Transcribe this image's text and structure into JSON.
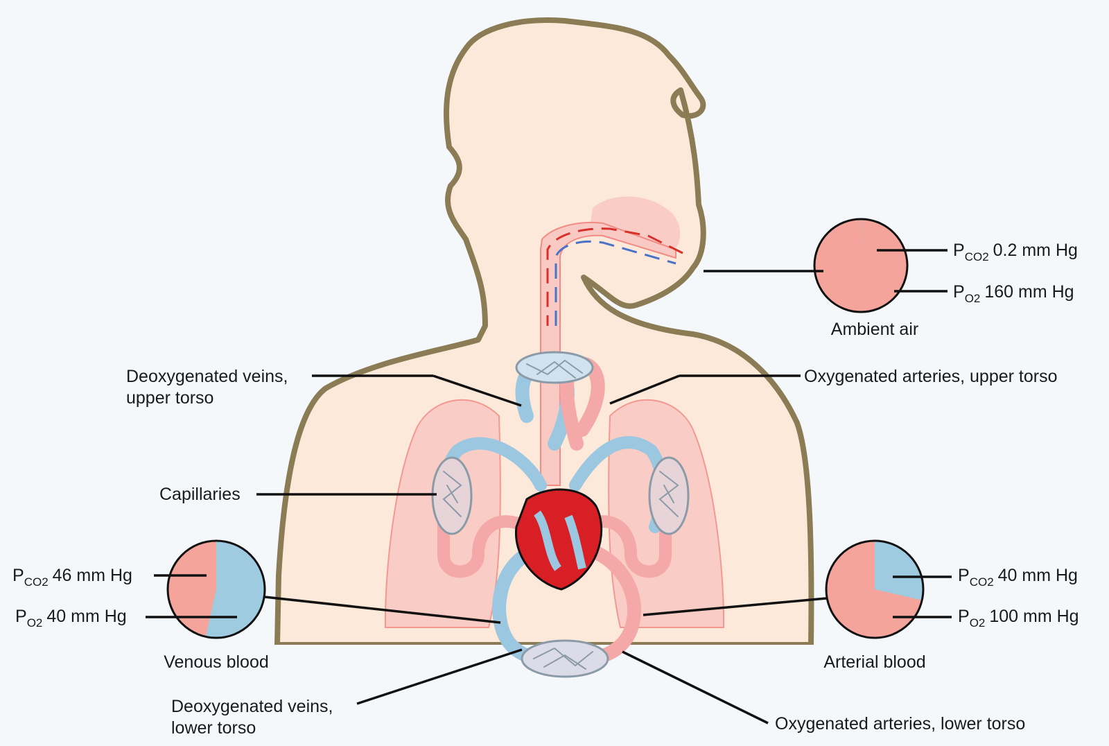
{
  "labels": {
    "deox_upper": [
      "Deoxygenated veins,",
      "upper torso"
    ],
    "ox_upper": "Oxygenated arteries, upper torso",
    "capillaries": "Capillaries",
    "deox_lower": [
      "Deoxygenated veins,",
      "lower torso"
    ],
    "ox_lower": "Oxygenated arteries, lower torso"
  },
  "gauges": {
    "ambient": {
      "title": "Ambient air",
      "pco2": {
        "symbol": "P",
        "sub": "CO2",
        "value": "0.2 mm Hg"
      },
      "po2": {
        "symbol": "P",
        "sub": "O2",
        "value": "160 mm Hg"
      },
      "co2_fraction": 0.0012
    },
    "venous": {
      "title": "Venous blood",
      "pco2": {
        "symbol": "P",
        "sub": "CO2",
        "value": "46 mm Hg"
      },
      "po2": {
        "symbol": "P",
        "sub": "O2",
        "value": "40 mm Hg"
      },
      "co2_fraction": 0.535
    },
    "arterial": {
      "title": "Arterial blood",
      "pco2": {
        "symbol": "P",
        "sub": "CO2",
        "value": "40 mm Hg"
      },
      "po2": {
        "symbol": "P",
        "sub": "O2",
        "value": "100 mm Hg"
      },
      "co2_fraction": 0.286
    }
  },
  "colors": {
    "oxygen": "#f4a49a",
    "co2": "#9ecbe0",
    "body": "#fde9d9",
    "outline": "#8c7c55",
    "artery": "#f4a9a8",
    "vein": "#9cc7e0",
    "heart": "#d81f26",
    "lung": "#f9c9c3"
  }
}
